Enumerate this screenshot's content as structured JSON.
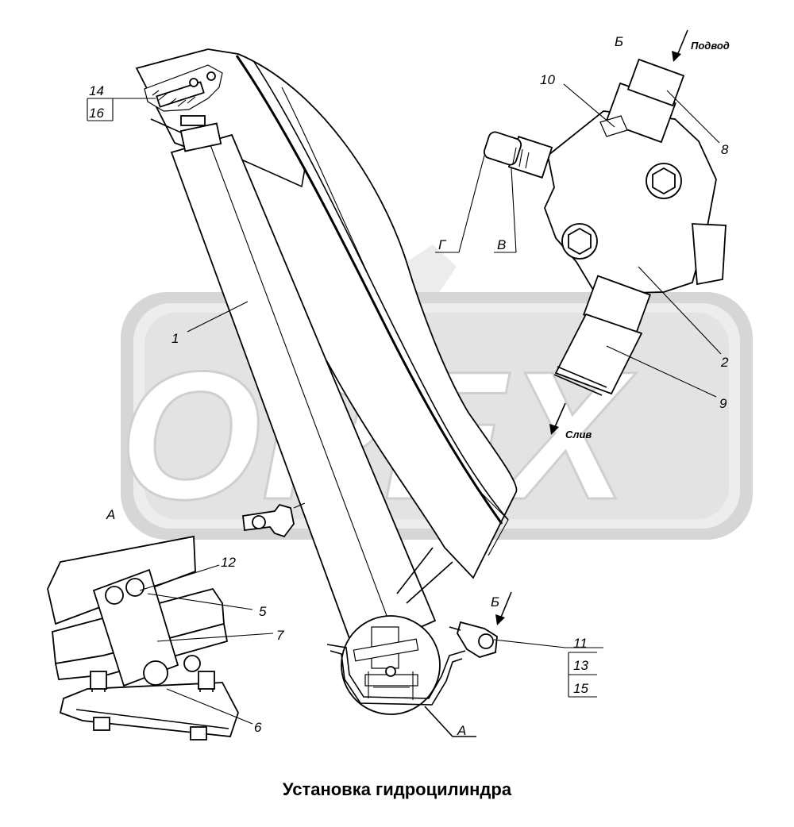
{
  "caption": "Установка гидроцилиндра",
  "watermark": {
    "text": "OPEX",
    "color": "#d9d9d9"
  },
  "view_labels": {
    "A_detail": "А",
    "A_callout": "А",
    "B_view": "Б",
    "B_arrow": "Б",
    "G": "Г",
    "V": "В"
  },
  "flow_labels": {
    "supply": "Подвод",
    "drain": "Слив"
  },
  "part_numbers": {
    "p1": "1",
    "p2": "2",
    "p5": "5",
    "p6": "6",
    "p7": "7",
    "p8": "8",
    "p9": "9",
    "p10": "10",
    "p11": "11",
    "p12": "12",
    "p13": "13",
    "p14": "14",
    "p15": "15",
    "p16": "16"
  }
}
